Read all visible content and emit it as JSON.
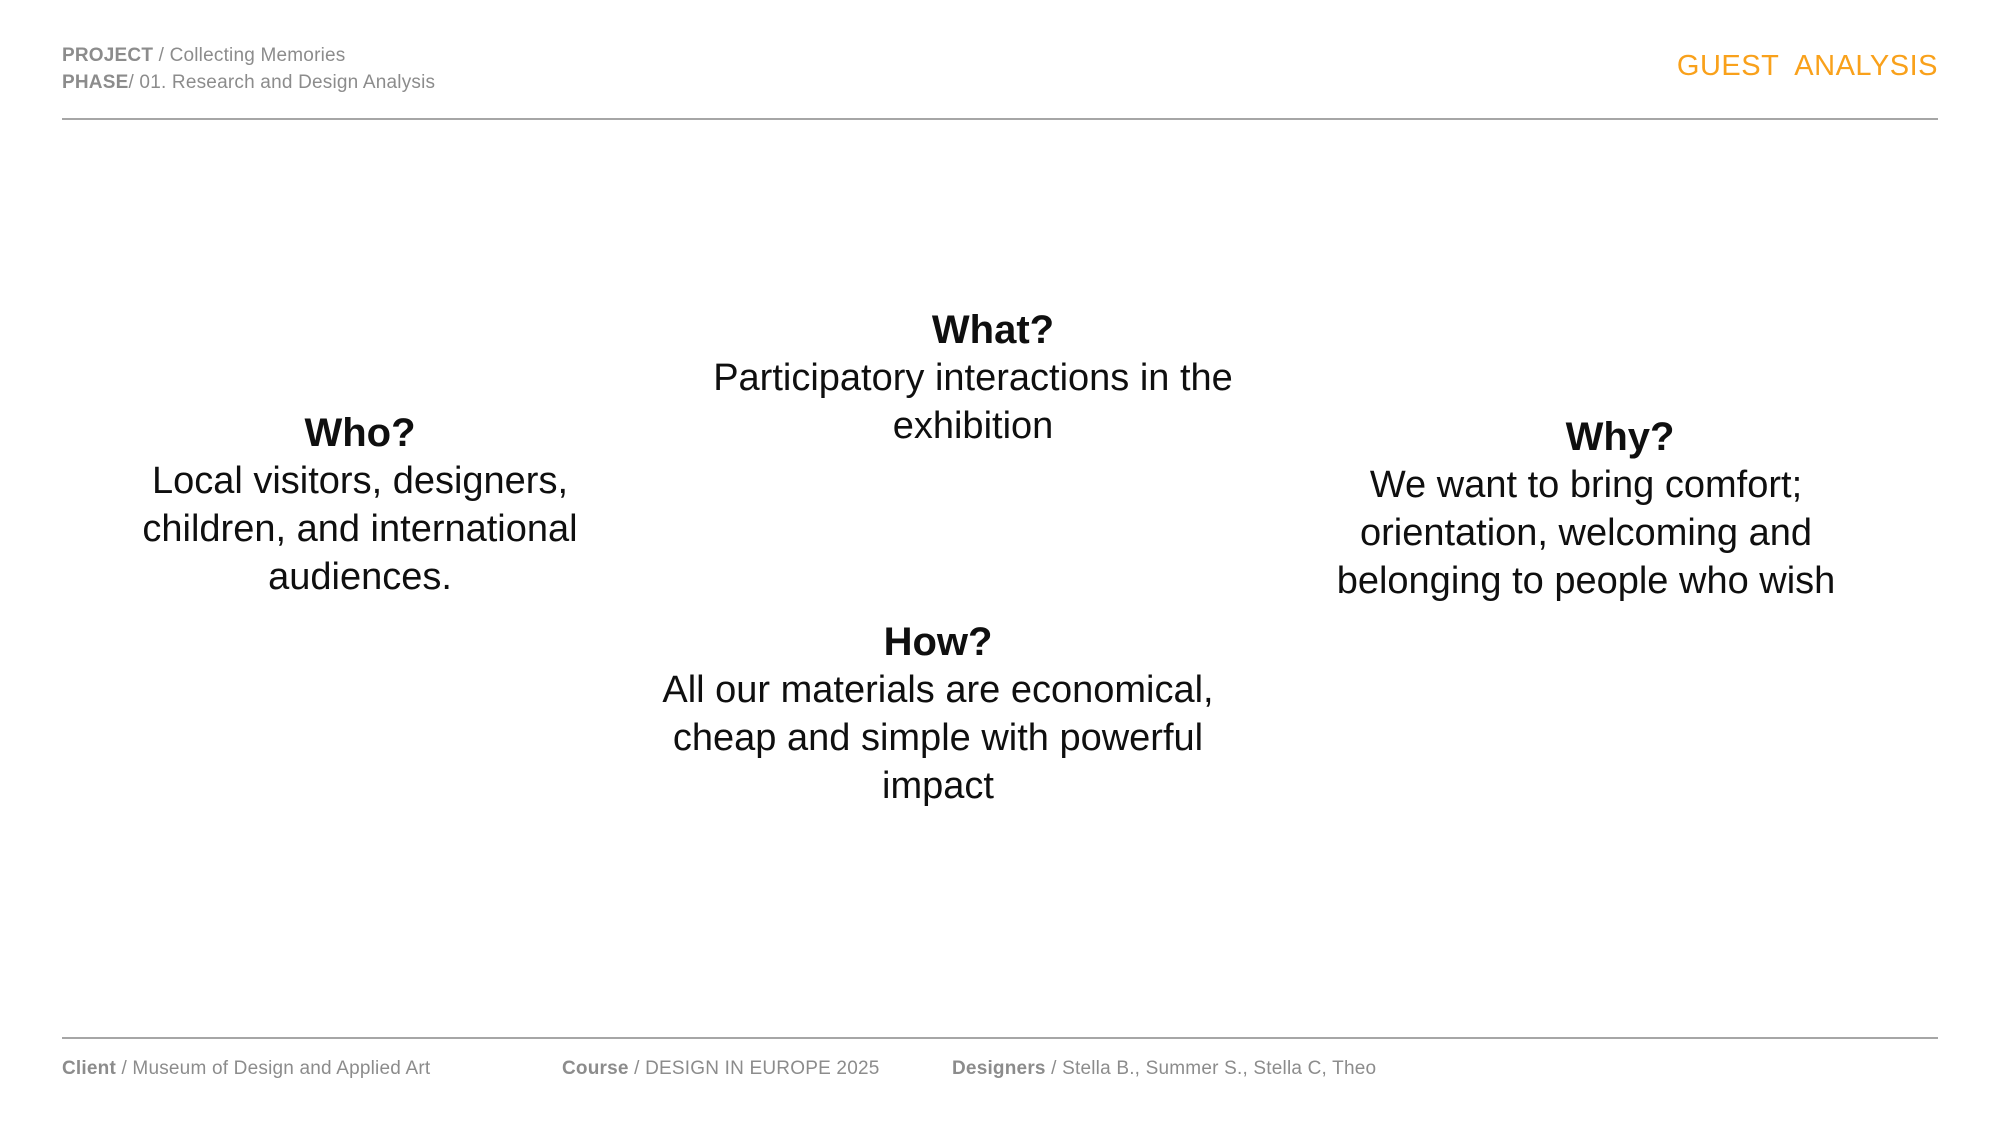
{
  "header": {
    "project_label": "PROJECT",
    "project_value": " / Collecting Memories",
    "phase_label": "PHASE",
    "phase_value": "/ 01. Research and Design Analysis",
    "badge": "GUEST  ANALYSIS"
  },
  "blocks": {
    "who": {
      "title": "Who?",
      "body": "Local visitors, designers,\nchildren, and international\naudiences."
    },
    "what": {
      "title": "What?",
      "body": "Participatory interactions in the\nexhibition"
    },
    "why": {
      "title": "Why?",
      "body": "We want to bring comfort;\norientation, welcoming and\nbelonging to people who wish"
    },
    "how": {
      "title": "How?",
      "body": "All our materials are economical,\ncheap and simple with powerful\nimpact"
    }
  },
  "footer": {
    "client_label": "Client",
    "client_value": " / Museum of Design and Applied Art",
    "course_label": "Course",
    "course_value": " / DESIGN IN EUROPE 2025",
    "designers_label": "Designers",
    "designers_value": " / Stella B., Summer S., Stella C, Theo"
  },
  "colors": {
    "accent_orange": "#f9a11b",
    "meta_gray": "#8c8c8c",
    "body_black": "#0f0f0f",
    "rule_gray": "#a6a6a6"
  }
}
